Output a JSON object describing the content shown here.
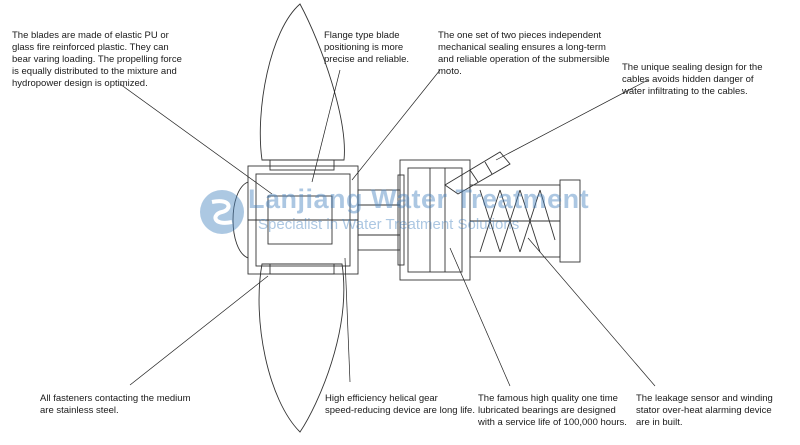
{
  "watermark": {
    "title": "Lanjiang Water Treatment",
    "subtitle": "Specialist in Water Treatment Solutions"
  },
  "callouts": {
    "blades": "The blades are made of elastic PU or\nglass fire reinforced plastic. They can\nbear varing loading. The propelling force\nis equally distributed to the mixture and\nhydropower design is optimized.",
    "flange": "Flange type blade\npositioning is more\nprecise and reliable.",
    "sealing": "The one set of two pieces independent\nmechanical sealing ensures a long-term\nand reliable operation of the submersible\nmoto.",
    "cables": "The unique sealing design for the\ncables avoids hidden danger of\nwater infiltrating to the cables.",
    "fasteners": "All fasteners contacting the medium\nare stainless steel.",
    "gear": "High efficiency helical gear\nspeed-reducing device are long life.",
    "bearings": "The famous high quality one time\nlubricated bearings are designed\nwith a service life of 100,000 hours.",
    "sensor": "The leakage sensor and winding\nstator over-heat alarming device\nare in built."
  }
}
